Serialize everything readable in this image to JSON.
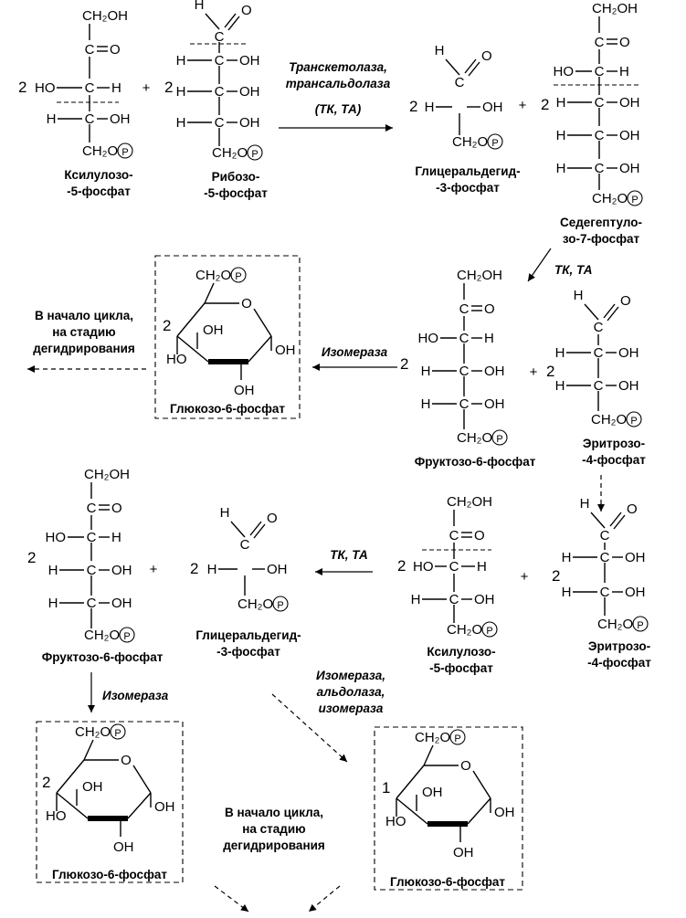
{
  "compounds": {
    "xylulose_5p": "Ксилулозо-\n-5-фосфат",
    "ribose_5p": "Рибозо-\n-5-фосфат",
    "gap": "Глицеральдегид-\n-3-фосфат",
    "sedoheptulose_7p": "Седегептуло-\nзо-7-фосфат",
    "fructose_6p": "Фруктозо-6-фосфат",
    "erythrose_4p": "Эритрозо-\n-4-фосфат",
    "glucose_6p": "Глюкозо-6-фосфат"
  },
  "enzymes": {
    "tk_ta_full": "Транскетолаза,\nтрансальдолаза",
    "tk_ta": "ТК, ТА",
    "tk_ta_paren": "(ТК, ТА)",
    "isomerase": "Изомераза",
    "iso_ald_iso": "Изомераза,\nальдолаза,\nизомераза"
  },
  "notes": {
    "to_cycle": "В начало цикла,\nна стадию\nдегидрирования"
  },
  "coefficients": {
    "two": "2",
    "one": "1",
    "plus": "+"
  },
  "atoms": {
    "H": "H",
    "C": "C",
    "O": "O",
    "OH": "OH",
    "HO": "HO",
    "HO_dash": "HO–",
    "H_dash": "H–",
    "dash_OH": "–OH",
    "dash_H": "–H",
    "eq_O": "=O",
    "CH2OH": "CH₂OH",
    "CH2O": "CH₂O",
    "P": "P"
  }
}
